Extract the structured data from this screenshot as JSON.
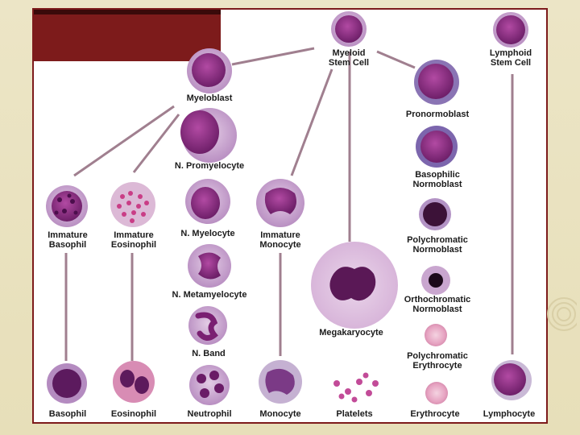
{
  "labels": {
    "myeloid_stem_cell": "Myeloid\nStem Cell",
    "lymphoid_stem_cell": "Lymphoid\nStem Cell",
    "myeloblast": "Myeloblast",
    "pronormoblast": "Pronormoblast",
    "n_promyelocyte": "N. Promyelocyte",
    "basophilic_normoblast": "Basophilic\nNormoblast",
    "immature_basophil": "Immature\nBasophil",
    "immature_eosinophil": "Immature\nEosinophil",
    "n_myelocyte": "N. Myelocyte",
    "immature_monocyte": "Immature\nMonocyte",
    "polychromatic_normoblast": "Polychromatic\nNormoblast",
    "n_metamyelocyte": "N. Metamyelocyte",
    "orthochromatic_normoblast": "Orthochromatic\nNormoblast",
    "megakaryocyte": "Megakaryocyte",
    "n_band": "N. Band",
    "polychromatic_erythrocyte": "Polychromatic\nErythrocyte",
    "basophil": "Basophil",
    "eosinophil": "Eosinophil",
    "neutrophil": "Neutrophil",
    "monocyte": "Monocyte",
    "platelets": "Platelets",
    "erythrocyte": "Erythrocyte",
    "lymphocyte": "Lymphocyte"
  },
  "colors": {
    "frame": "#7d1b1b",
    "connector": "#a07f8f",
    "cytoplasm": "#c9a6cf",
    "nucleus": "#8b2f7f",
    "rbc": "#e7a6c2"
  }
}
